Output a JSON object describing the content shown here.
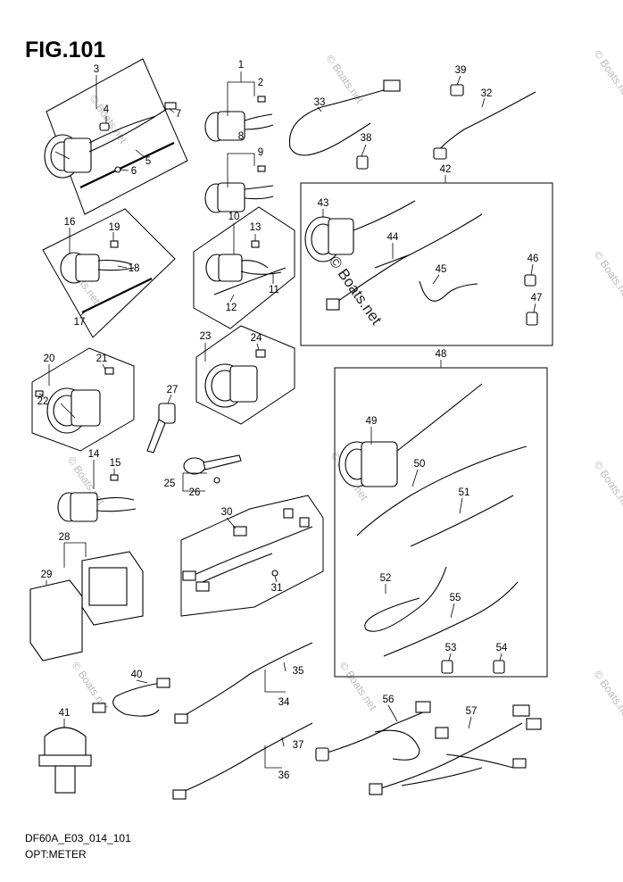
{
  "figure": {
    "title": "FIG.101",
    "code": "DF60A_E03_014_101",
    "caption": "OPT:METER"
  },
  "watermark": {
    "text": "© Boats.net",
    "prominent_text": "© Boats.net"
  },
  "callouts": [
    {
      "id": "1",
      "label": "1"
    },
    {
      "id": "2",
      "label": "2"
    },
    {
      "id": "3",
      "label": "3"
    },
    {
      "id": "4",
      "label": "4"
    },
    {
      "id": "5",
      "label": "5"
    },
    {
      "id": "6",
      "label": "6"
    },
    {
      "id": "7",
      "label": "7"
    },
    {
      "id": "8",
      "label": "8"
    },
    {
      "id": "9",
      "label": "9"
    },
    {
      "id": "10",
      "label": "10"
    },
    {
      "id": "11",
      "label": "11"
    },
    {
      "id": "12",
      "label": "12"
    },
    {
      "id": "13",
      "label": "13"
    },
    {
      "id": "14",
      "label": "14"
    },
    {
      "id": "15",
      "label": "15"
    },
    {
      "id": "16",
      "label": "16"
    },
    {
      "id": "17",
      "label": "17"
    },
    {
      "id": "18",
      "label": "18"
    },
    {
      "id": "19",
      "label": "19"
    },
    {
      "id": "20",
      "label": "20"
    },
    {
      "id": "21",
      "label": "21"
    },
    {
      "id": "22",
      "label": "22"
    },
    {
      "id": "23",
      "label": "23"
    },
    {
      "id": "24",
      "label": "24"
    },
    {
      "id": "25",
      "label": "25"
    },
    {
      "id": "26",
      "label": "26"
    },
    {
      "id": "27",
      "label": "27"
    },
    {
      "id": "28",
      "label": "28"
    },
    {
      "id": "29",
      "label": "29"
    },
    {
      "id": "30",
      "label": "30"
    },
    {
      "id": "31",
      "label": "31"
    },
    {
      "id": "32",
      "label": "32"
    },
    {
      "id": "33",
      "label": "33"
    },
    {
      "id": "34",
      "label": "34"
    },
    {
      "id": "35",
      "label": "35"
    },
    {
      "id": "36",
      "label": "36"
    },
    {
      "id": "37",
      "label": "37"
    },
    {
      "id": "38",
      "label": "38"
    },
    {
      "id": "39",
      "label": "39"
    },
    {
      "id": "40",
      "label": "40"
    },
    {
      "id": "41",
      "label": "41"
    },
    {
      "id": "42",
      "label": "42"
    },
    {
      "id": "43",
      "label": "43"
    },
    {
      "id": "44",
      "label": "44"
    },
    {
      "id": "45",
      "label": "45"
    },
    {
      "id": "46",
      "label": "46"
    },
    {
      "id": "47",
      "label": "47"
    },
    {
      "id": "48",
      "label": "48"
    },
    {
      "id": "49",
      "label": "49"
    },
    {
      "id": "50",
      "label": "50"
    },
    {
      "id": "51",
      "label": "51"
    },
    {
      "id": "52",
      "label": "52"
    },
    {
      "id": "53",
      "label": "53"
    },
    {
      "id": "54",
      "label": "54"
    },
    {
      "id": "55",
      "label": "55"
    },
    {
      "id": "56",
      "label": "56"
    },
    {
      "id": "57",
      "label": "57"
    }
  ]
}
